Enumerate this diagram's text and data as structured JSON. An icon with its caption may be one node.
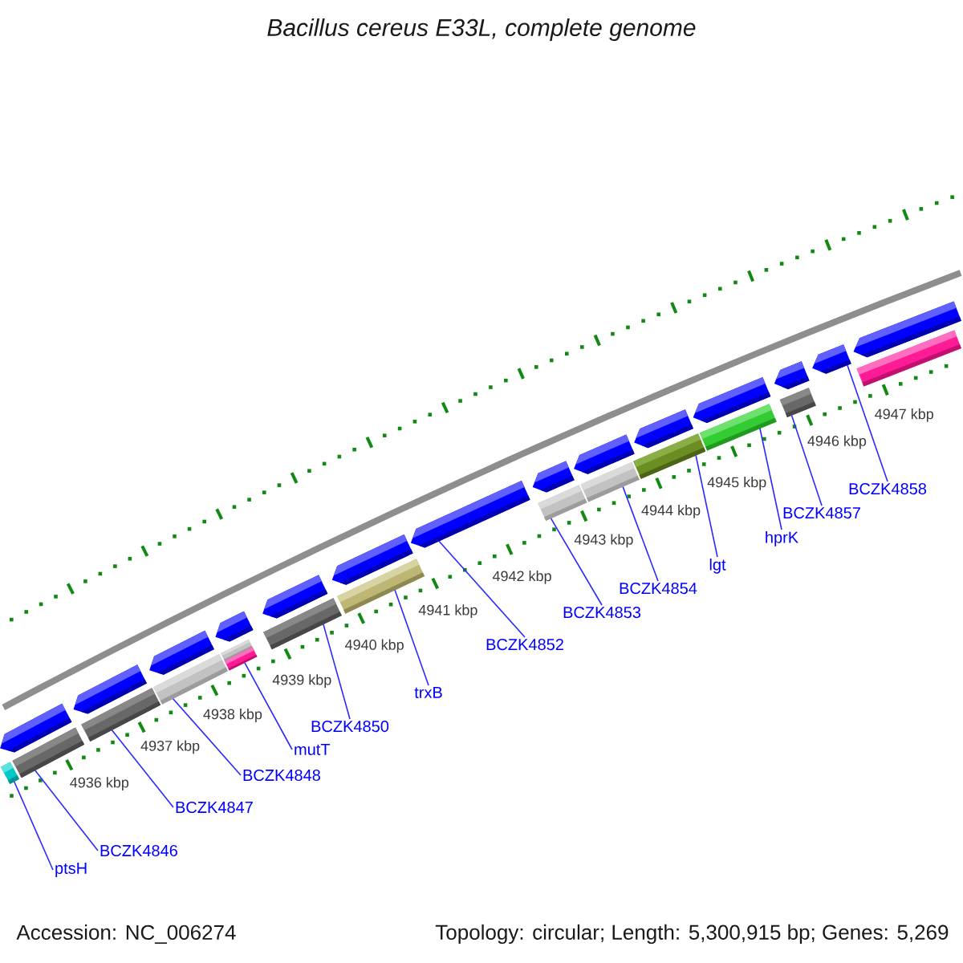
{
  "diagram": {
    "title": "Bacillus cereus E33L, complete genome",
    "nodes": [
      {
        "text": [
          "ptsH"
        ]
      },
      {
        "text": [
          "BCZK4846"
        ]
      },
      {
        "text": [
          "BCZK4847"
        ]
      },
      {
        "text": [
          "BCZK4848"
        ]
      },
      {
        "text": [
          "mutT"
        ]
      },
      {
        "text": [
          "BCZK4850"
        ]
      },
      {
        "text": [
          "trxB"
        ]
      },
      {
        "text": [
          "BCZK4852"
        ]
      },
      {
        "text": [
          "BCZK4853"
        ]
      },
      {
        "text": [
          "BCZK4854"
        ]
      },
      {
        "text": [
          "lgt"
        ]
      },
      {
        "text": [
          "hprK"
        ]
      },
      {
        "text": [
          "BCZK4857"
        ]
      },
      {
        "text": [
          "BCZK4858"
        ]
      },
      {
        "text": [],
        "shape": "arrow"
      },
      {
        "text": [],
        "shape": "arrow"
      },
      {
        "text": [],
        "shape": "arrow"
      },
      {
        "text": [],
        "shape": "arrow"
      },
      {
        "text": [],
        "shape": "arrow"
      },
      {
        "text": [],
        "shape": "arrow"
      },
      {
        "text": [],
        "shape": "arrow"
      },
      {
        "text": [],
        "shape": "arrow"
      },
      {
        "text": [],
        "shape": "arrow"
      },
      {
        "text": [],
        "shape": "arrow"
      },
      {
        "text": [],
        "shape": "arrow"
      },
      {
        "text": [],
        "shape": "arrow"
      },
      {
        "text": [],
        "shape": "arrow"
      },
      {
        "text": [],
        "shape": "arrow"
      },
      {
        "text": [],
        "shape": "box"
      },
      {
        "text": [],
        "shape": "box"
      },
      {
        "text": [],
        "shape": "box"
      },
      {
        "text": [],
        "shape": "box"
      },
      {
        "text": [],
        "shape": "box"
      },
      {
        "text": [],
        "shape": "box"
      },
      {
        "text": [],
        "shape": "box"
      },
      {
        "text": [],
        "shape": "box"
      },
      {
        "text": [],
        "shape": "box"
      },
      {
        "text": [],
        "shape": "box"
      },
      {
        "text": [],
        "shape": "box"
      },
      {
        "text": [],
        "shape": "box"
      },
      {
        "text": [],
        "shape": "box"
      },
      {
        "text": [],
        "shape": "box"
      }
    ],
    "edges": [
      {
        "from": 0,
        "to": 28,
        "arrow": "none"
      },
      {
        "from": 1,
        "to": 29,
        "arrow": "none"
      },
      {
        "from": 2,
        "to": 30,
        "arrow": "none"
      },
      {
        "from": 3,
        "to": 31,
        "arrow": "none"
      },
      {
        "from": 4,
        "to": 33,
        "arrow": "none"
      },
      {
        "from": 5,
        "to": 34,
        "arrow": "none"
      },
      {
        "from": 6,
        "to": 35,
        "arrow": "none"
      },
      {
        "from": 7,
        "to": 20,
        "arrow": "none"
      },
      {
        "from": 8,
        "to": 36,
        "arrow": "none"
      },
      {
        "from": 9,
        "to": 37,
        "arrow": "none"
      },
      {
        "from": 10,
        "to": 38,
        "arrow": "none"
      },
      {
        "from": 11,
        "to": 39,
        "arrow": "none"
      },
      {
        "from": 12,
        "to": 40,
        "arrow": "none"
      },
      {
        "from": 13,
        "to": 26,
        "arrow": "none"
      }
    ],
    "labels": [
      "4936 kbp",
      "4937 kbp",
      "4938 kbp",
      "4939 kbp",
      "4940 kbp",
      "4941 kbp",
      "4942 kbp",
      "4943 kbp",
      "4944 kbp",
      "4945 kbp",
      "4946 kbp",
      "4947 kbp",
      "Accession: NC_006274",
      "Topology: circular; Length: 5,300,915 bp; Genes: 5,269"
    ]
  }
}
